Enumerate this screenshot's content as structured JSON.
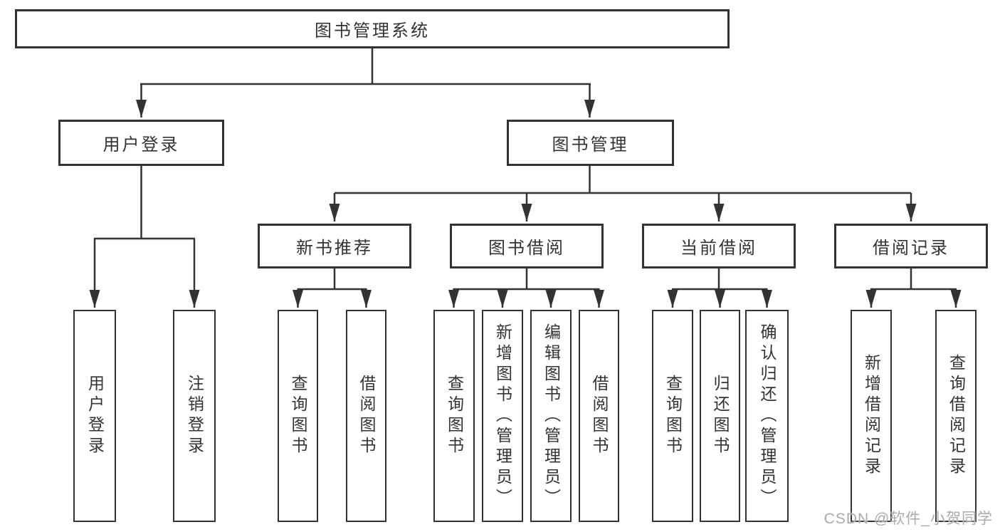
{
  "diagram": {
    "root": {
      "label": "图书管理系统"
    },
    "level2": {
      "user_login": {
        "label": "用户登录"
      },
      "book_mgmt": {
        "label": "图书管理"
      }
    },
    "level3": {
      "new_book_rec": {
        "label": "新书推荐"
      },
      "book_borrow": {
        "label": "图书借阅"
      },
      "current_borrow": {
        "label": "当前借阅"
      },
      "borrow_records": {
        "label": "借阅记录"
      }
    },
    "leaves": {
      "login": {
        "label": "用户登录"
      },
      "logout": {
        "label": "注销登录"
      },
      "rec_query": {
        "label": "查询图书"
      },
      "rec_borrow": {
        "label": "借阅图书"
      },
      "bor_query": {
        "label": "查询图书"
      },
      "bor_add": {
        "label": "新增图书（管理员）"
      },
      "bor_edit": {
        "label": "编辑图书（管理员）"
      },
      "bor_borrow": {
        "label": "借阅图书"
      },
      "cur_query": {
        "label": "查询图书"
      },
      "cur_return": {
        "label": "归还图书"
      },
      "cur_confirm": {
        "label": "确认归还（管理员）"
      },
      "hist_add": {
        "label": "新增借阅记录"
      },
      "hist_query": {
        "label": "查询借阅记录"
      }
    }
  },
  "watermark": {
    "text": "CSDN @软件_小贺同学"
  },
  "colors": {
    "line": "#333333",
    "text": "#333333",
    "watermark": "#ababab"
  }
}
